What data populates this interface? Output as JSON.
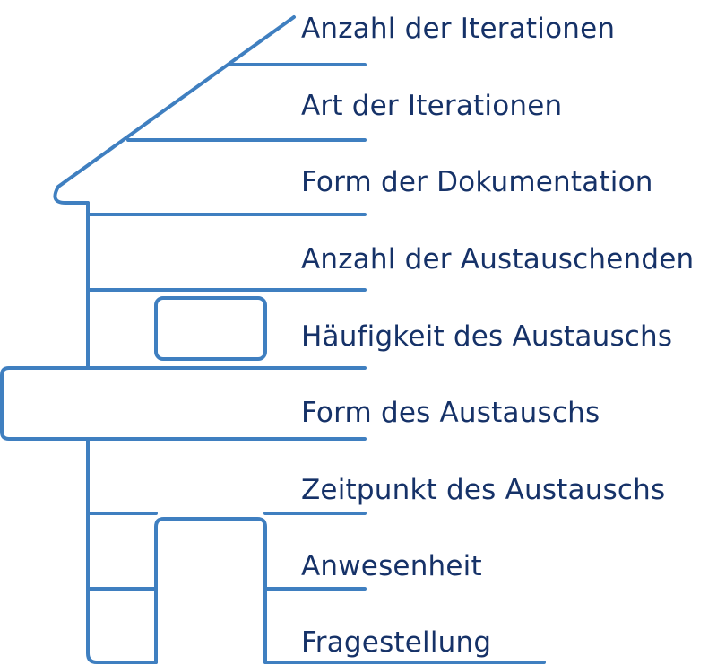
{
  "colors": {
    "outline": "#3f7fc0",
    "text": "#163268",
    "background": "#ffffff"
  },
  "layers": [
    {
      "id": "iterations-count",
      "label": "Anzahl der Iterationen"
    },
    {
      "id": "iterations-type",
      "label": "Art der Iterationen"
    },
    {
      "id": "documentation-form",
      "label": "Form der Dokumentation"
    },
    {
      "id": "participants-count",
      "label": "Anzahl der Austauschenden"
    },
    {
      "id": "exchange-frequency",
      "label": "Häufigkeit des Austauschs"
    },
    {
      "id": "exchange-form",
      "label": "Form des Austauschs"
    },
    {
      "id": "exchange-timing",
      "label": "Zeitpunkt des Austauschs"
    },
    {
      "id": "attendance",
      "label": "Anwesenheit"
    },
    {
      "id": "question",
      "label": "Fragestellung"
    }
  ]
}
